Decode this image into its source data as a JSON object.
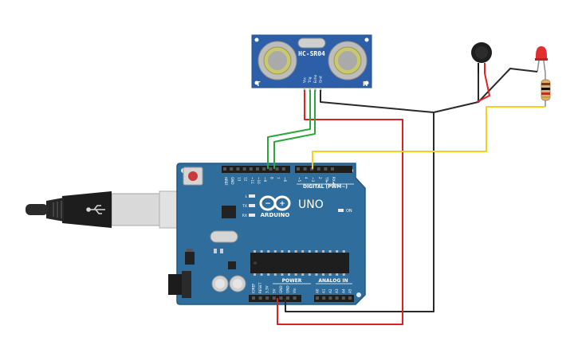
{
  "sensor": {
    "model": "HC-SR04",
    "corner_left": "T",
    "corner_right": "R",
    "pins": [
      "Vcc",
      "Trig",
      "Echo",
      "Gnd"
    ]
  },
  "arduino": {
    "brand": "ARDUINO",
    "model": "UNO",
    "digital_label": "DIGITAL (PWM~)",
    "power_label": "POWER",
    "analog_label": "ANALOG IN",
    "on_label": "ON",
    "led_labels": [
      "L",
      "TX",
      "RX"
    ],
    "top_pin_labels": [
      "AREF",
      "GND",
      "13",
      "12",
      "~11",
      "~10",
      "~9",
      "8",
      "7",
      "~6",
      "~5",
      "4",
      "~3",
      "2",
      "TX▸1",
      "RX◂0"
    ],
    "power_pin_labels": [
      "IOREF",
      "RESET",
      "3.3V",
      "5V",
      "GND",
      "GND",
      "Vin"
    ],
    "analog_pin_labels": [
      "A0",
      "A1",
      "A2",
      "A3",
      "A4",
      "A5"
    ]
  },
  "colors": {
    "board": "#2f6d9c",
    "sensor_pcb": "#2d5fa8",
    "wire_red": "#e02020",
    "wire_black": "#2a2a2a",
    "wire_green": "#2aa83a",
    "wire_yellow": "#f2d21b",
    "led": "#e03030"
  }
}
